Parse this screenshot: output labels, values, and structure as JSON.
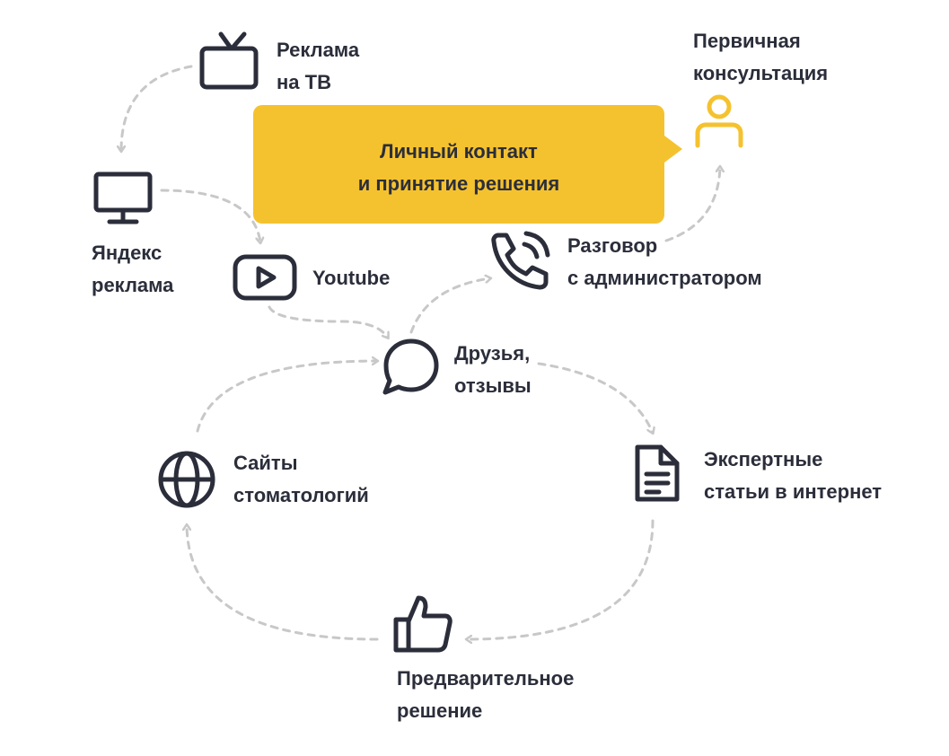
{
  "colors": {
    "text": "#2b2e3a",
    "icon_stroke": "#2b2e3a",
    "accent": "#f5c22f",
    "arrow": "#c8c8c8"
  },
  "callout": {
    "line1": "Личный контакт",
    "line2": "и принятие решения"
  },
  "nodes": {
    "tv_ad": {
      "icon": "tv-icon",
      "line1": "Реклама",
      "line2": "на ТВ"
    },
    "yandex_ad": {
      "icon": "monitor-icon",
      "line1": "Яндекс",
      "line2": "реклама"
    },
    "youtube": {
      "icon": "youtube-icon",
      "line1": "Youtube"
    },
    "friends_reviews": {
      "icon": "chat-bubble-icon",
      "line1": "Друзья,",
      "line2": "отзывы"
    },
    "admin_talk": {
      "icon": "phone-call-icon",
      "line1": "Разговор",
      "line2": "с администратором"
    },
    "first_consult": {
      "icon": "person-icon",
      "line1": "Первичная",
      "line2": "консультация"
    },
    "expert_articles": {
      "icon": "document-icon",
      "line1": "Экспертные",
      "line2": "статьи в интернет"
    },
    "prelim_decision": {
      "icon": "thumbs-up-icon",
      "line1": "Предварительное",
      "line2": "решение"
    },
    "clinic_sites": {
      "icon": "globe-icon",
      "line1": "Сайты",
      "line2": "стоматологий"
    }
  }
}
